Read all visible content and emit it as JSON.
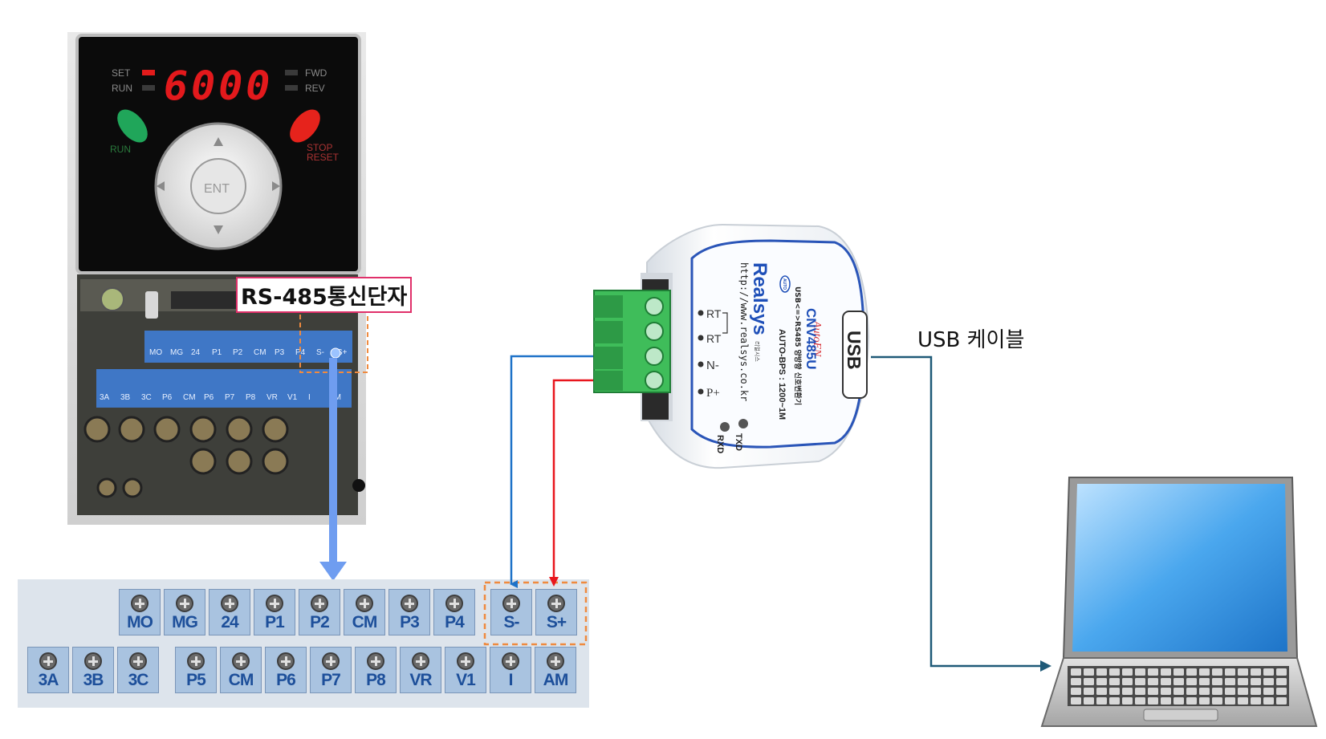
{
  "inverter": {
    "display_value": "6000",
    "labels": {
      "set": "SET",
      "run_led": "RUN",
      "fwd": "FWD",
      "rev": "REV",
      "run_button": "RUN",
      "stop_line1": "STOP",
      "stop_line2": "RESET",
      "ent": "ENT"
    },
    "rs485_callout": "RS-485통신단자",
    "board_row1": [
      "MO",
      "MG",
      "24",
      "P1",
      "P2",
      "CM",
      "P3",
      "P4",
      "S-",
      "S+"
    ],
    "board_row2": [
      "3A",
      "3B",
      "3C",
      "P6",
      "CM",
      "P6",
      "P7",
      "P8",
      "VR",
      "V1",
      "I",
      "AM"
    ]
  },
  "terminal_strip": {
    "row1": [
      "MO",
      "MG",
      "24",
      "P1",
      "P2",
      "CM",
      "P3",
      "P4"
    ],
    "rs485_pair": [
      "S-",
      "S+"
    ],
    "row2_left": [
      "3A",
      "3B",
      "3C"
    ],
    "row2_right": [
      "P5",
      "CM",
      "P6",
      "P7",
      "P8",
      "VR",
      "V1",
      "I",
      "AM"
    ]
  },
  "converter": {
    "usb_tag": "USB",
    "brand": "Realsys",
    "brand_sub": "리얼시스",
    "url": "http://www.realsys.co.kr",
    "series": "AutoEN",
    "model": "CNV485U",
    "desc": "USB<=>RS485 양방향 신호변환기",
    "auto_tag": "AUTO",
    "bps": "AUTO-BPS : 1200~1M",
    "pins": [
      "RT",
      "RT",
      "N-",
      "P+"
    ],
    "leds": [
      "TXD",
      "RXD"
    ]
  },
  "usb_cable_label": "USB 케이블",
  "colors": {
    "blue_wire": "#1e72c8",
    "red_wire": "#e8161d",
    "usb_wire": "#1f5a78",
    "arrow": "#6f9df0",
    "dashed_box": "#ef8a3f",
    "callout_border": "#e0306a"
  }
}
